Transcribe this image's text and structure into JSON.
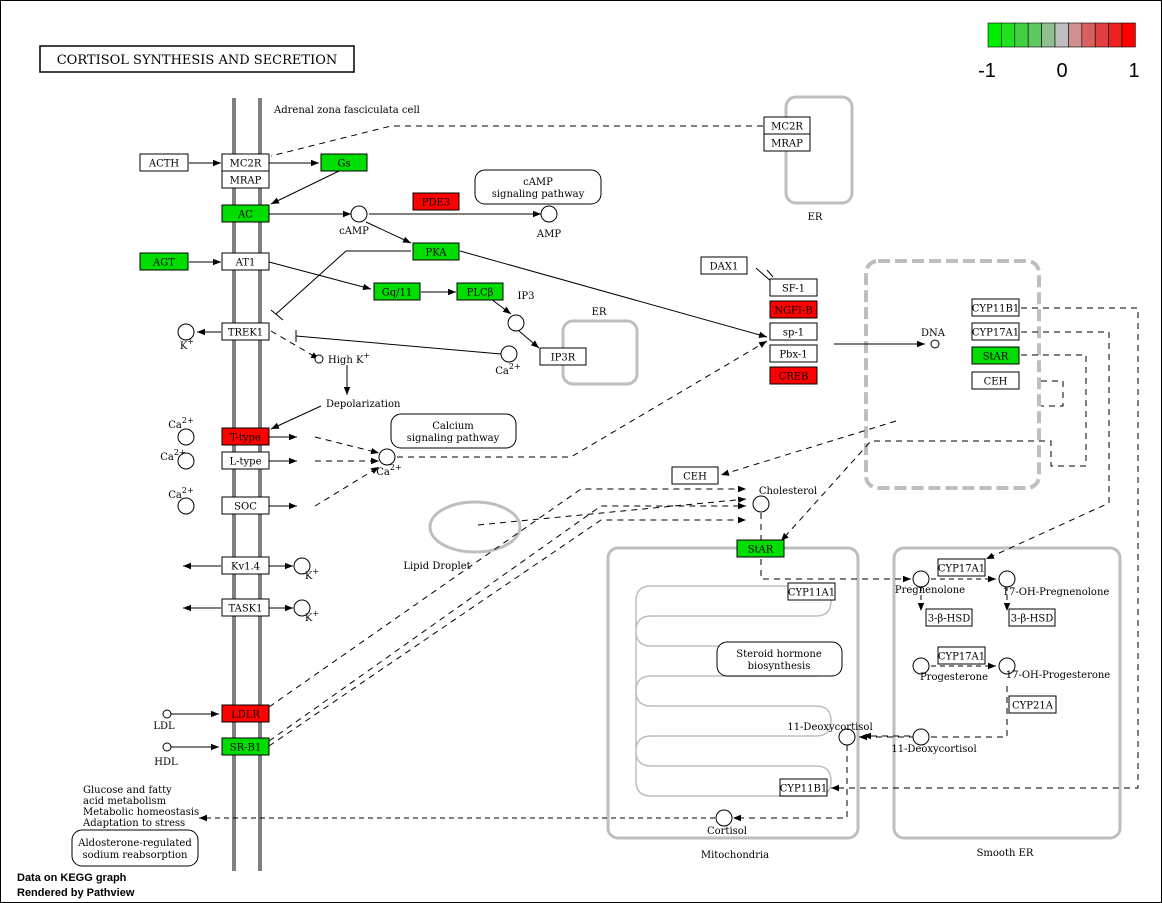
{
  "title": "CORTISOL SYNTHESIS AND SECRETION",
  "legend": {
    "ticks": [
      "-1",
      "0",
      "1"
    ],
    "colors": [
      "#00ee00",
      "#20e020",
      "#40d040",
      "#60c860",
      "#90c090",
      "#bebebe",
      "#d09090",
      "#d86060",
      "#e04040",
      "#ee2020",
      "#ff0000"
    ]
  },
  "colors": {
    "up": "#ff0000",
    "down": "#00dd00",
    "none": "#ffffff",
    "compartment": "#bebebe",
    "membrane": "#808080"
  },
  "footer": {
    "line1": "Data on KEGG graph",
    "line2": "Rendered by Pathview"
  },
  "cell_label": "Adrenal zona fasciculata cell",
  "pathways": {
    "camp": [
      "cAMP",
      "signaling pathway"
    ],
    "calcium": [
      "Calcium",
      "signaling pathway"
    ],
    "steroid": [
      "Steroid hormone",
      "biosynthesis"
    ],
    "aldosterone": [
      "Aldosterone-regulated",
      "sodium reabsorption"
    ]
  },
  "compartments": {
    "er1": "ER",
    "er2": "ER",
    "mito": "Mitochondria",
    "ser": "Smooth ER",
    "lipid": "Lipid Droplet"
  },
  "outputs": [
    "Glucose and fatty",
    "acid metabolism",
    "Metabolic homeostasis",
    "Adaptation to stress"
  ],
  "genes": {
    "acth": "ACTH",
    "mc2r": "MC2R",
    "mrap": "MRAP",
    "gs": "Gs",
    "ac": "AC",
    "pde3": "PDE3",
    "pka": "PKA",
    "agt": "AGT",
    "at1": "AT1",
    "gq": "Gq/11",
    "plcb": "PLCβ",
    "trek1": "TREK1",
    "ip3r": "IP3R",
    "ttype": "T-type",
    "ltype": "L-type",
    "soc": "SOC",
    "kv14": "Kv1.4",
    "task1": "TASK1",
    "ldlr": "LDLR",
    "srb1": "SR-B1",
    "mc2r_er": "MC2R",
    "mrap_er": "MRAP",
    "dax1": "DAX1",
    "sf1": "SF-1",
    "ngfib": "NGFI-B",
    "sp1": "sp-1",
    "pbx1": "Pbx-1",
    "creb": "CREB",
    "cyp11b1_n": "CYP11B1",
    "cyp17a1_n": "CYP17A1",
    "star_n": "StAR",
    "ceh_n": "CEH",
    "ceh": "CEH",
    "star_m": "StAR",
    "cyp11a1": "CYP11A1",
    "cyp17a1_a": "CYP17A1",
    "hsd_a": "3-β-HSD",
    "hsd_b": "3-β-HSD",
    "cyp17a1_b": "CYP17A1",
    "cyp21a": "CYP21A",
    "cyp11b1_m": "CYP11B1"
  },
  "compounds": {
    "camp": "cAMP",
    "amp": "AMP",
    "ip3": "IP3",
    "k": "K",
    "ca": "Ca",
    "highk": "High K",
    "depol": "Depolarization",
    "dna": "DNA",
    "cholesterol": "Cholesterol",
    "pregnenolone": "Pregnenolone",
    "ohpreg": "17-OH-Pregnenolone",
    "progesterone": "Progesterone",
    "ohprog": "17-OH-Progesterone",
    "deoxy1": "11-Deoxycortisol",
    "deoxy2": "11-Deoxycortisol",
    "cortisol": "Cortisol",
    "ldl": "LDL",
    "hdl": "HDL",
    "plus": "+",
    "two_plus": "2+"
  }
}
